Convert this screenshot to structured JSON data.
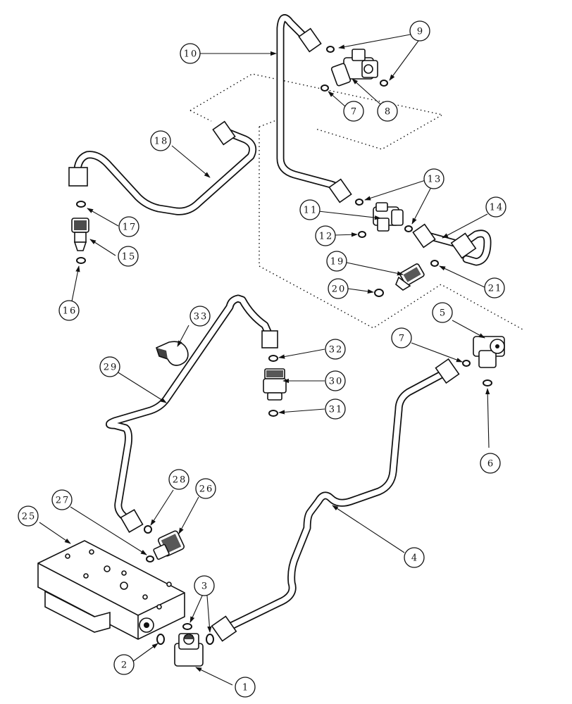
{
  "diagram": {
    "callouts": [
      {
        "id": "c1",
        "label": "1"
      },
      {
        "id": "c2",
        "label": "2"
      },
      {
        "id": "c3",
        "label": "3"
      },
      {
        "id": "c4",
        "label": "4"
      },
      {
        "id": "c5",
        "label": "5"
      },
      {
        "id": "c6",
        "label": "6"
      },
      {
        "id": "c7a",
        "label": "7"
      },
      {
        "id": "c7b",
        "label": "7"
      },
      {
        "id": "c8",
        "label": "8"
      },
      {
        "id": "c9",
        "label": "9"
      },
      {
        "id": "c10",
        "label": "10"
      },
      {
        "id": "c11",
        "label": "11"
      },
      {
        "id": "c12",
        "label": "12"
      },
      {
        "id": "c13",
        "label": "13"
      },
      {
        "id": "c14",
        "label": "14"
      },
      {
        "id": "c15",
        "label": "15"
      },
      {
        "id": "c16",
        "label": "16"
      },
      {
        "id": "c17",
        "label": "17"
      },
      {
        "id": "c18",
        "label": "18"
      },
      {
        "id": "c19",
        "label": "19"
      },
      {
        "id": "c20",
        "label": "20"
      },
      {
        "id": "c21",
        "label": "21"
      },
      {
        "id": "c25",
        "label": "25"
      },
      {
        "id": "c26",
        "label": "26"
      },
      {
        "id": "c27",
        "label": "27"
      },
      {
        "id": "c28",
        "label": "28"
      },
      {
        "id": "c29",
        "label": "29"
      },
      {
        "id": "c30",
        "label": "30"
      },
      {
        "id": "c31",
        "label": "31"
      },
      {
        "id": "c32",
        "label": "32"
      },
      {
        "id": "c33",
        "label": "33"
      }
    ]
  }
}
